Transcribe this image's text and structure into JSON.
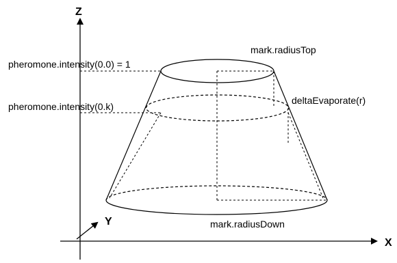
{
  "axes": {
    "z_label": "Z",
    "x_label": "X",
    "y_label": "Y"
  },
  "labels": {
    "intensity_initial": "pheromone.intensity(0.0) = 1",
    "intensity_k": "pheromone.intensity(0.k)",
    "radius_top": "mark.radiusTop",
    "delta_evaporate": "deltaEvaporate(r)",
    "radius_down": "mark.radiusDown"
  }
}
